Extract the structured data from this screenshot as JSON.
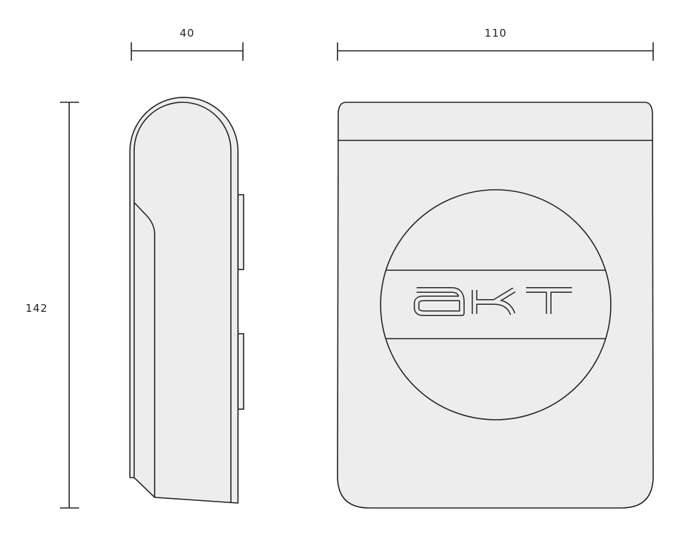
{
  "dimensions": {
    "side_width": "40",
    "front_width": "110",
    "height": "142"
  },
  "logo_text": "akt",
  "colors": {
    "line": "#231f20",
    "fill": "#ededed",
    "background": "#ffffff"
  }
}
